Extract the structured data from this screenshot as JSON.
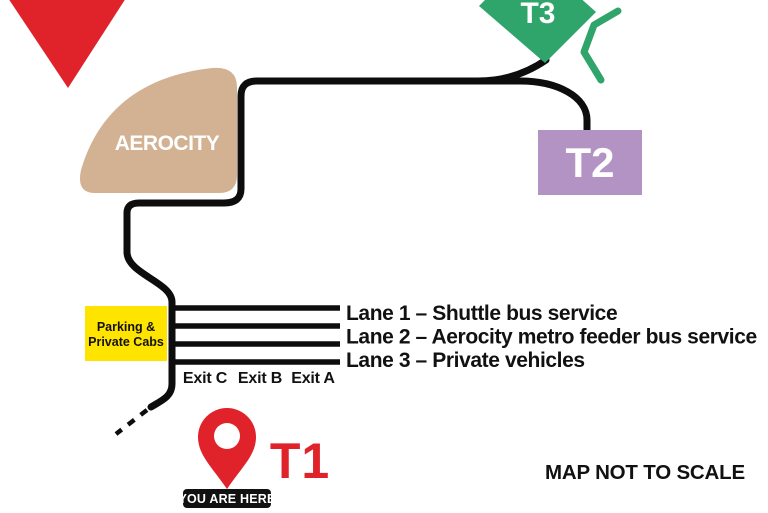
{
  "colors": {
    "red": "#E0222A",
    "green": "#2FA46B",
    "purple": "#B293C4",
    "tan": "#D2B292",
    "yellow": "#FFE400",
    "road": "#0D0D0D",
    "badge": "#111111"
  },
  "aerocity": {
    "label": "AEROCITY"
  },
  "terminals": {
    "t1": {
      "label": "T1"
    },
    "t2": {
      "label": "T2"
    },
    "t3": {
      "label": "T3"
    }
  },
  "parking": {
    "line1": "Parking &",
    "line2": "Private Cabs"
  },
  "lanes": [
    {
      "label": "Lane 1 – Shuttle bus service"
    },
    {
      "label": "Lane 2 – Aerocity metro feeder bus service"
    },
    {
      "label": "Lane 3 – Private vehicles"
    }
  ],
  "exits": [
    {
      "label": "Exit C"
    },
    {
      "label": "Exit B"
    },
    {
      "label": "Exit A"
    }
  ],
  "you_are_here": {
    "label": "YOU ARE HERE"
  },
  "note": "MAP NOT TO SCALE"
}
